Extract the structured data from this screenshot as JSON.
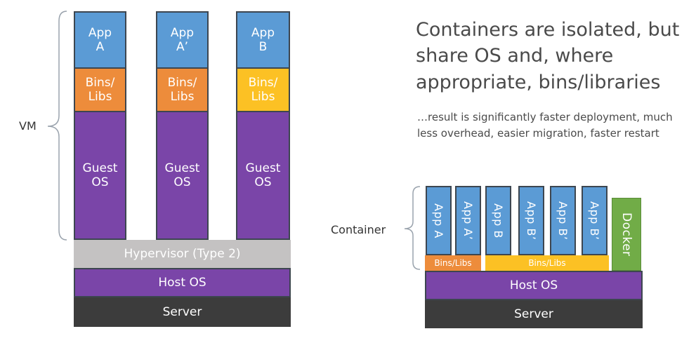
{
  "vm_stack": {
    "columns": [
      {
        "app": "App\nA",
        "bins": "Bins/\nLibs",
        "guest": "Guest\nOS"
      },
      {
        "app": "App\nA’",
        "bins": "Bins/\nLibs",
        "guest": "Guest\nOS"
      },
      {
        "app": "App\nB",
        "bins": "Bins/\nLibs",
        "guest": "Guest\nOS"
      }
    ],
    "hypervisor": "Hypervisor (Type 2)",
    "host_os": "Host OS",
    "server": "Server",
    "vm_label": "VM"
  },
  "container_stack": {
    "apps": [
      "App A",
      "App A’",
      "App B",
      "App B’",
      "App B’",
      "App B’"
    ],
    "docker": "Docker",
    "bins_a": "Bins/Libs",
    "bins_b": "Bins/Libs",
    "host_os": "Host OS",
    "server": "Server",
    "container_label": "Container"
  },
  "heading": "Containers are isolated, but share OS and, where appropriate, bins/libraries",
  "subtext": "…result is significantly faster deployment, much less overhead, easier migration, faster restart",
  "colors": {
    "app": "#5b9bd5",
    "bins_orange": "#ed8c3b",
    "bins_yellow": "#fcc124",
    "guest_os": "#7a45a8",
    "hypervisor": "#c4c2c2",
    "server": "#3c3c3c",
    "docker": "#71ac47",
    "border": "#3d4650"
  }
}
